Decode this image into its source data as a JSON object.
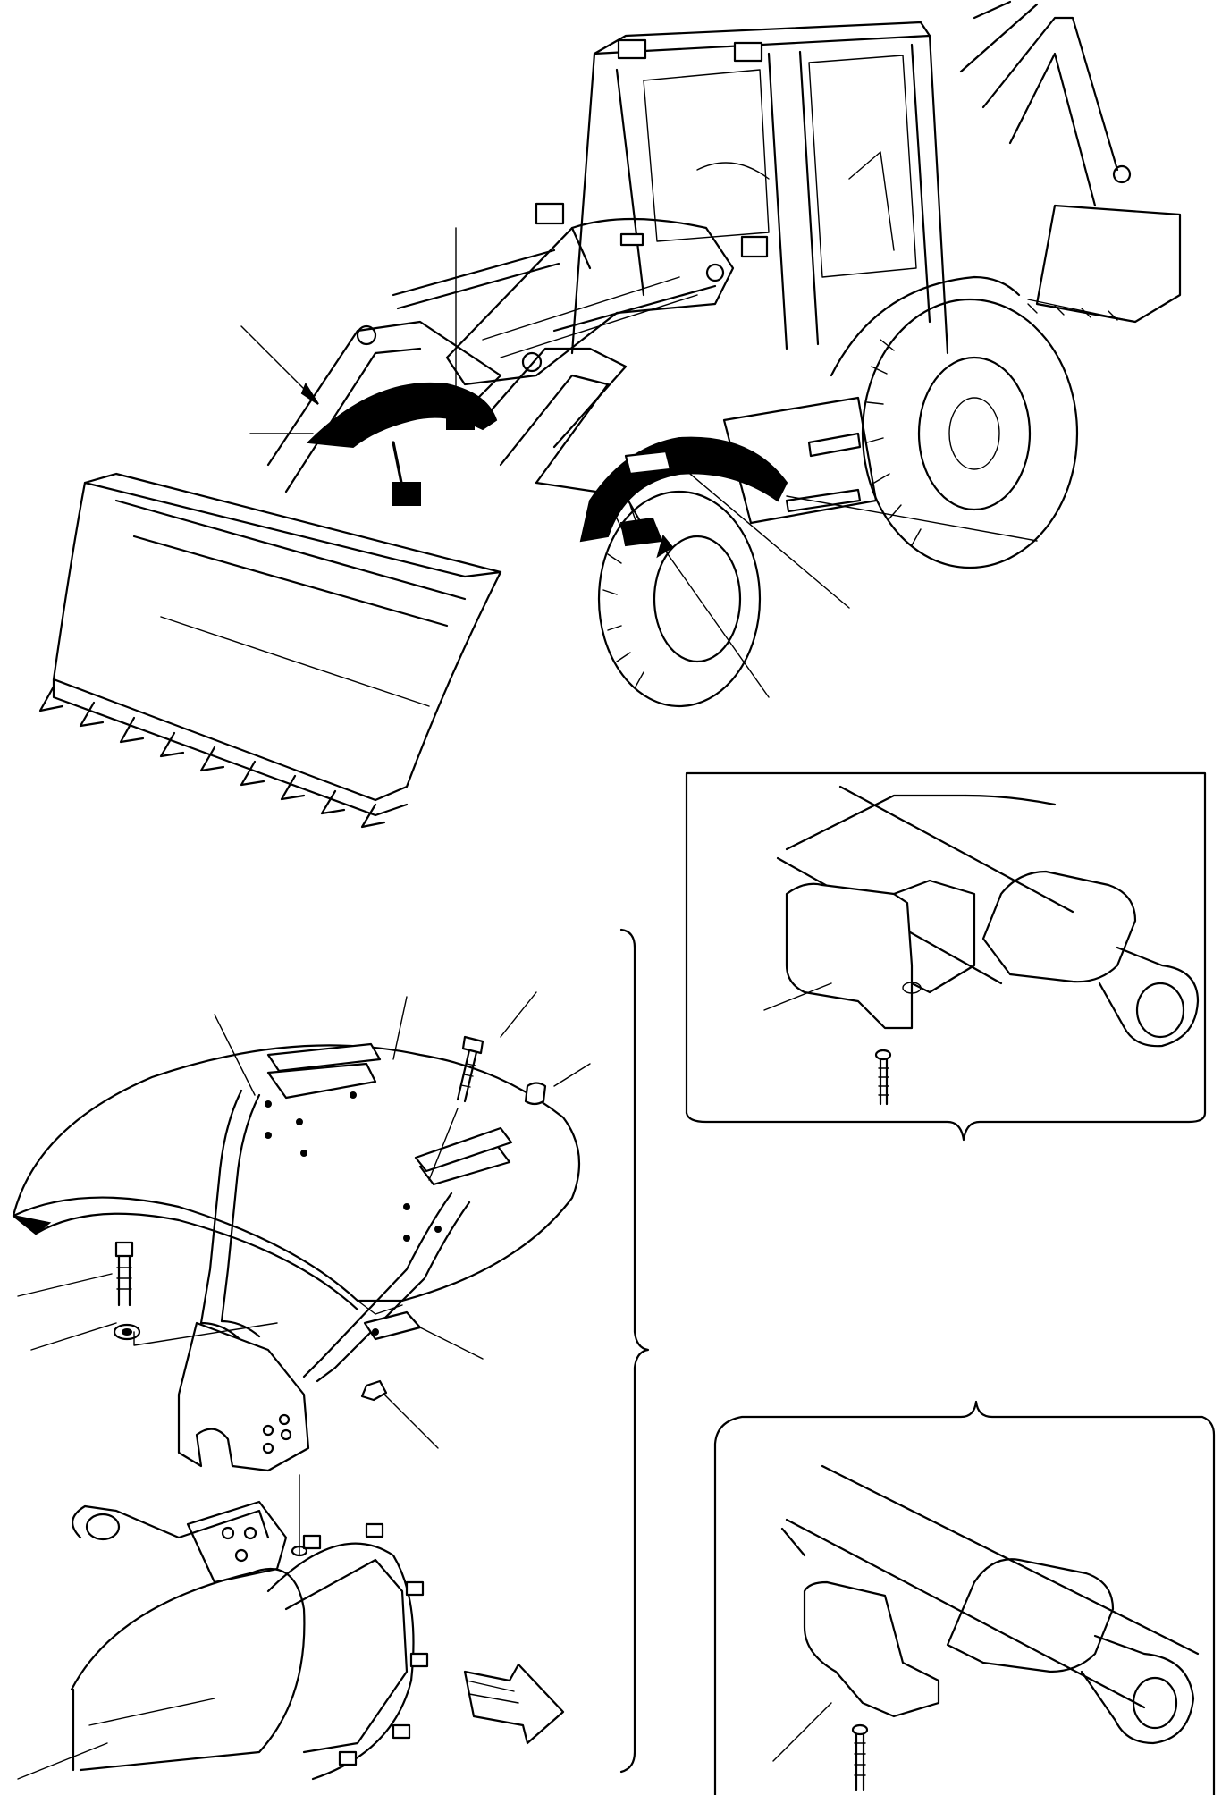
{
  "figure": {
    "kind": "exploded parts diagram",
    "views": [
      "machine-overview",
      "fender-assembly-exploded",
      "cylinder-guard-upper",
      "cylinder-guard-lower"
    ],
    "colors": {
      "line": "#000000",
      "background": "#ffffff",
      "highlight": "#000000"
    }
  }
}
